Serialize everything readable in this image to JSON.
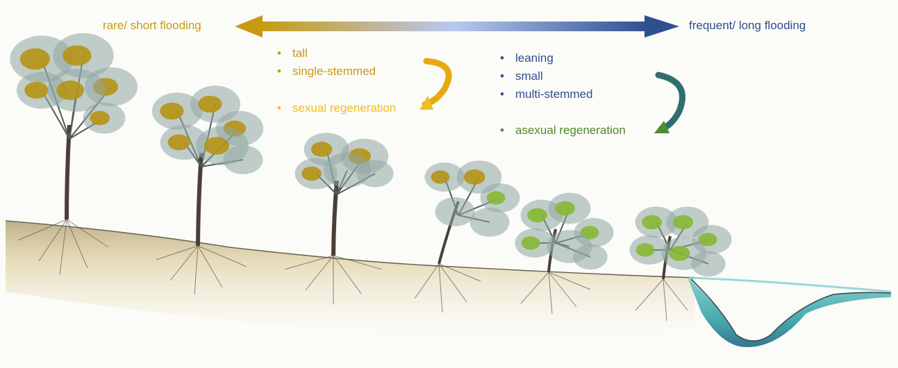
{
  "scale": {
    "left_label": "rare/ short flooding",
    "right_label": "frequent/ long flooding"
  },
  "rare_traits": {
    "items": [
      "tall",
      "single-stemmed"
    ],
    "regeneration": "sexual regeneration"
  },
  "frequent_traits": {
    "items": [
      "leaning",
      "small",
      "multi-stemmed"
    ],
    "regeneration": "asexual regeneration"
  },
  "colors": {
    "rare": "#c89a12",
    "rare_regen": "#f2bd22",
    "frequent": "#2f4f8f",
    "frequent_regen": "#4f8a2e",
    "water": "#3ea6a8",
    "soil": "#d8c488",
    "foliage": "#8fa6a2",
    "leaf_mature": "#b59414",
    "leaf_young": "#86b833"
  }
}
